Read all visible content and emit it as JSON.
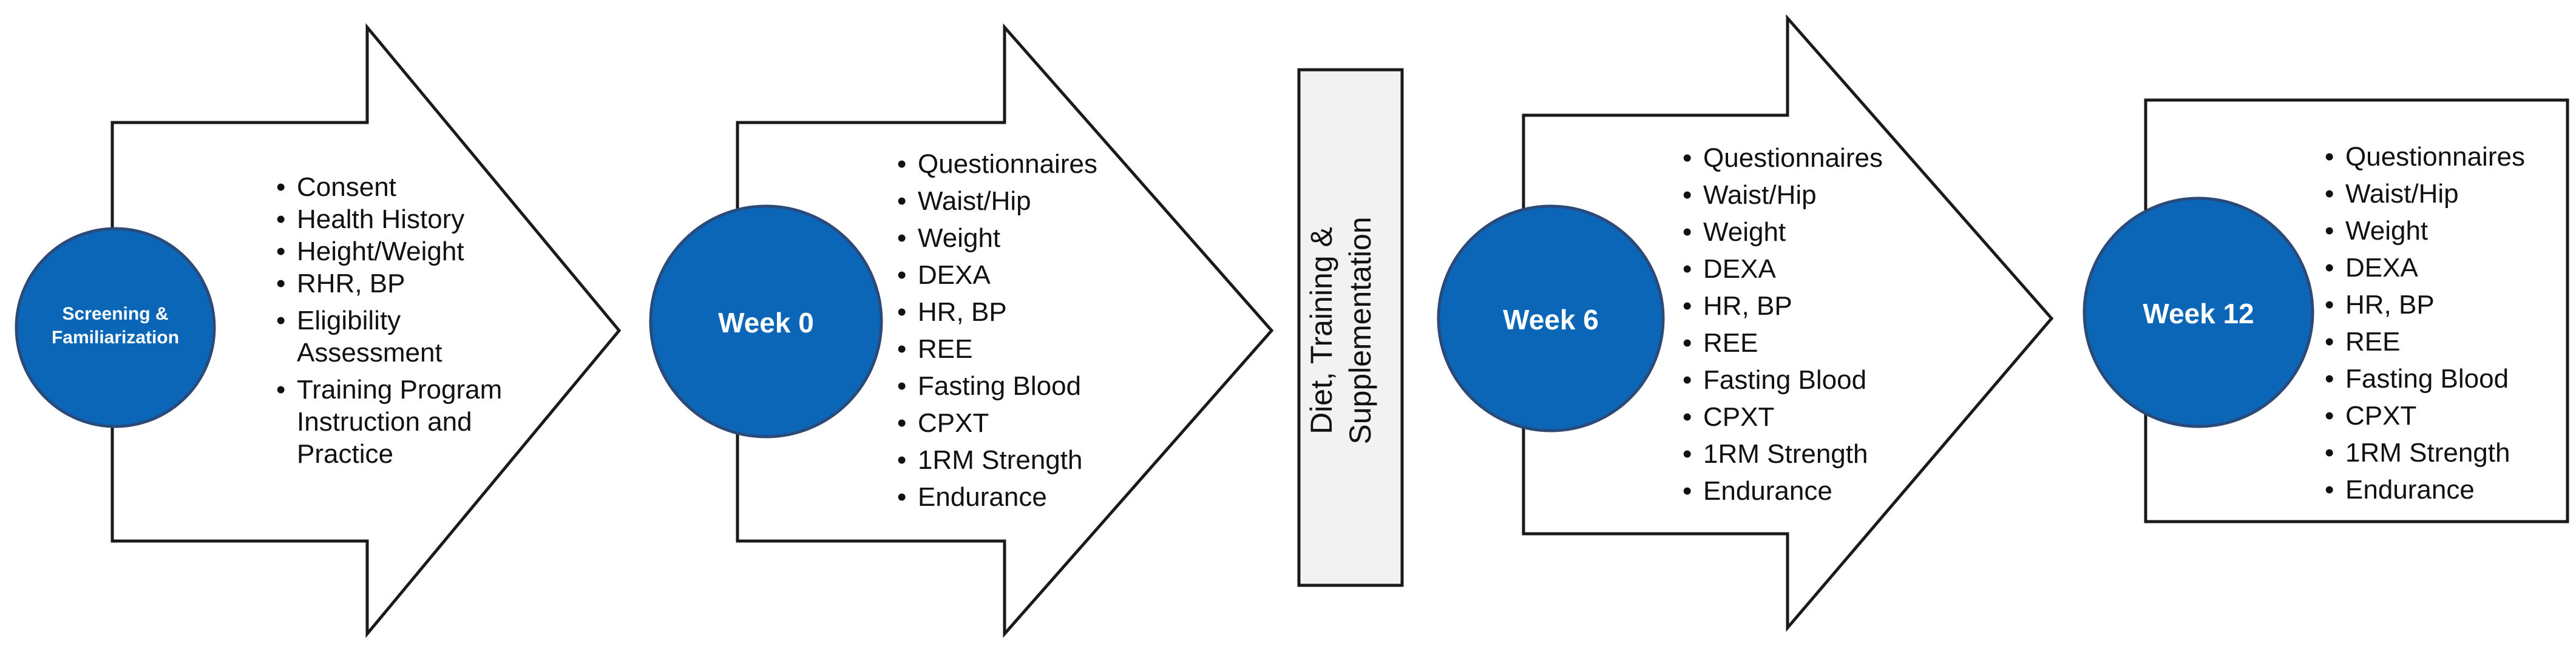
{
  "colors": {
    "circle_fill": "#0b66b8",
    "circle_stroke": "#2a4a7a",
    "outline": "#1a1a1a",
    "bar_fill": "#f2f2f2"
  },
  "stage1": {
    "label_line1": "Screening &",
    "label_line2": "Familiarization",
    "items": [
      "Consent",
      "Health History",
      "Height/Weight",
      "RHR, BP",
      "Eligibility Assessment",
      "Training Program Instruction and Practice"
    ]
  },
  "stage2": {
    "label": "Week 0",
    "items": [
      "Questionnaires",
      "Waist/Hip",
      "Weight",
      "DEXA",
      "HR, BP",
      "REE",
      "Fasting Blood",
      "CPXT",
      "1RM Strength",
      "Endurance"
    ]
  },
  "intervention": {
    "label_line1": "Diet, Training &",
    "label_line2": "Supplementation"
  },
  "stage3": {
    "label": "Week 6",
    "items": [
      "Questionnaires",
      "Waist/Hip",
      "Weight",
      "DEXA",
      "HR, BP",
      "REE",
      "Fasting Blood",
      "CPXT",
      "1RM Strength",
      "Endurance"
    ]
  },
  "stage4": {
    "label": "Week 12",
    "items": [
      "Questionnaires",
      "Waist/Hip",
      "Weight",
      "DEXA",
      "HR, BP",
      "REE",
      "Fasting Blood",
      "CPXT",
      "1RM Strength",
      "Endurance"
    ]
  }
}
